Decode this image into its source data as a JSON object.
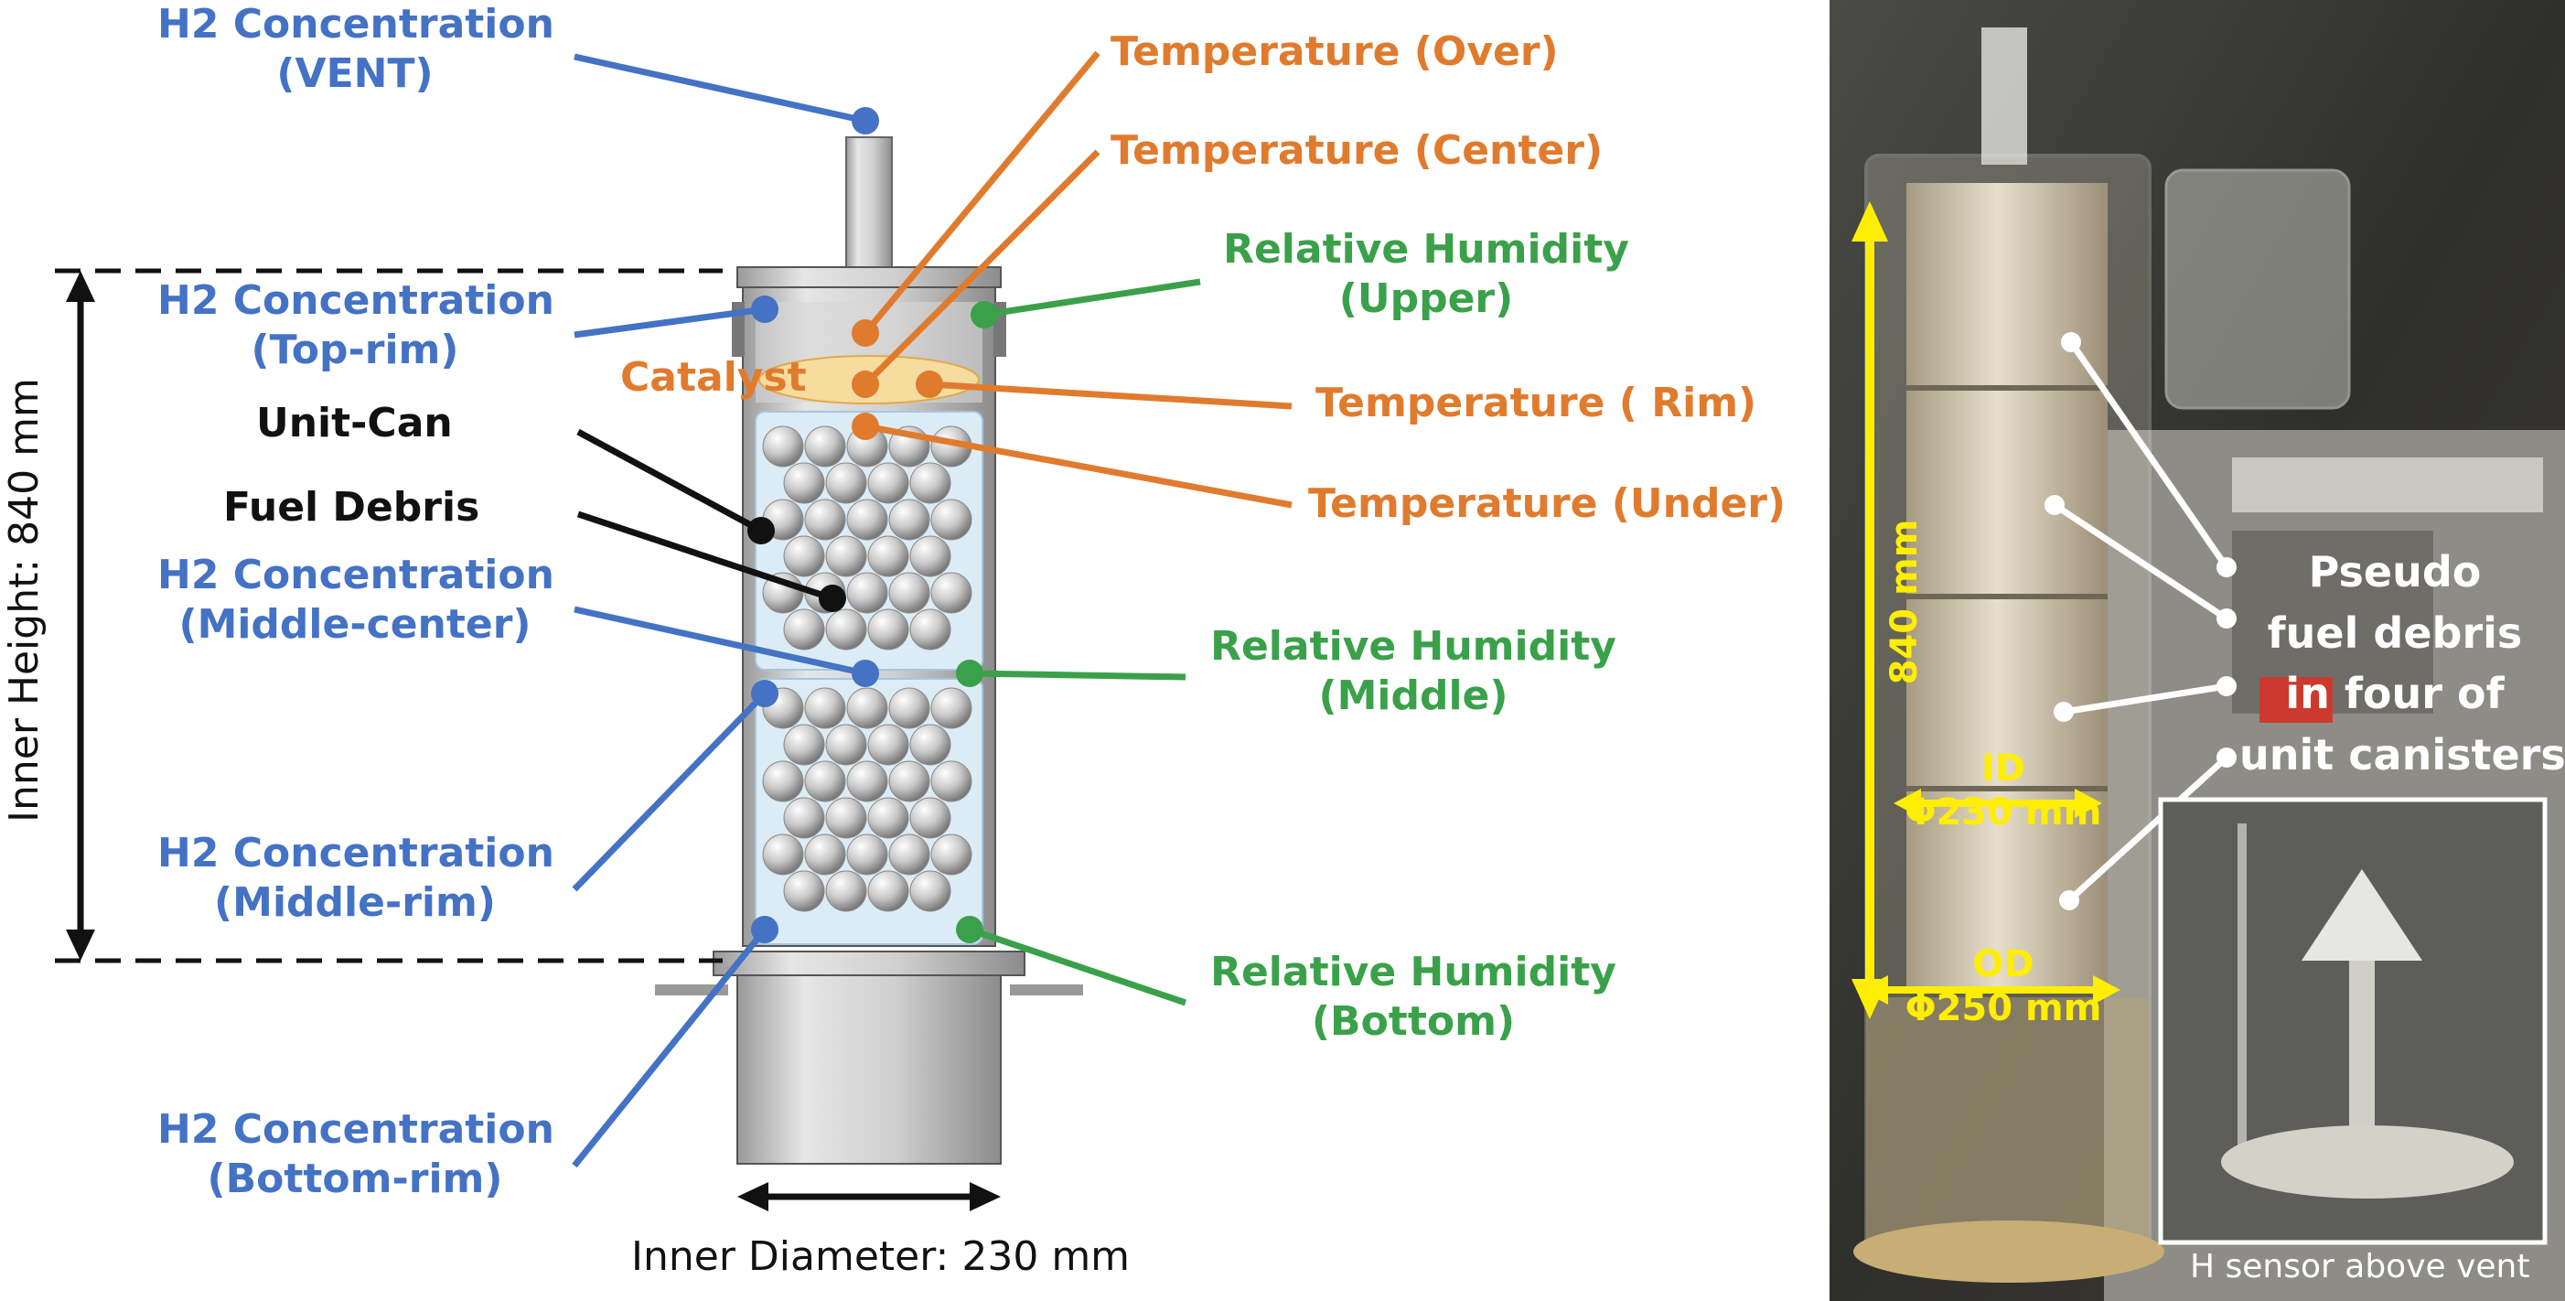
{
  "diagram": {
    "labels": {
      "h2_vent": [
        "H2 Concentration",
        "(VENT)"
      ],
      "h2_top_rim": [
        "H2 Concentration",
        "(Top-rim)"
      ],
      "h2_middle_center": [
        "H2 Concentration",
        "(Middle-center)"
      ],
      "h2_middle_rim": [
        "H2 Concentration",
        "(Middle-rim)"
      ],
      "h2_bottom_rim": [
        "H2 Concentration",
        "(Bottom-rim)"
      ],
      "temp_over": "Temperature (Over)",
      "temp_center": "Temperature (Center)",
      "temp_rim": "Temperature ( Rim)",
      "temp_under": "Temperature (Under)",
      "rh_upper": [
        "Relative Humidity",
        "(Upper)"
      ],
      "rh_middle": [
        "Relative Humidity",
        "(Middle)"
      ],
      "rh_bottom": [
        "Relative Humidity",
        "(Bottom)"
      ],
      "catalyst": "Catalyst",
      "unit_can": "Unit-Can",
      "fuel_debris": "Fuel Debris",
      "inner_height": "Inner Height: 840 mm",
      "inner_diameter": "Inner Diameter: 230 mm"
    },
    "colors": {
      "h2": "#4472c4",
      "temperature": "#e07b2e",
      "humidity": "#3aa14a",
      "structure": "#111111"
    }
  },
  "photo": {
    "height_label": "840 mm",
    "id_label": [
      "ID",
      "Φ230 mm"
    ],
    "od_label": [
      "OD",
      "Φ250 mm"
    ],
    "debris_label": [
      "Pseudo",
      "fuel debris",
      "in four of",
      "unit canisters"
    ],
    "inset_caption": "H sensor above vent",
    "colors": {
      "annotation": "#ffffff",
      "dimension": "#ffee00"
    }
  }
}
